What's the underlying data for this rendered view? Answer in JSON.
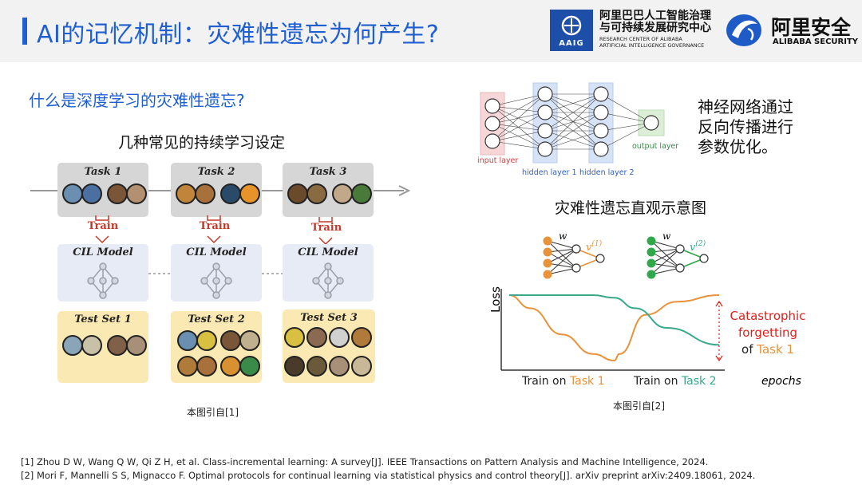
{
  "header": {
    "title": "AI的记忆机制：灾难性遗忘为何产生?",
    "aaig_badge": "AAIG",
    "aaig_line1": "阿里巴巴人工智能治理",
    "aaig_line2": "与可持续发展研究中心",
    "aaig_en1": "RESEARCH CENTER OF ALIBABA",
    "aaig_en2": "ARTIFICIAL INTELLIGENCE GOVERNANCE",
    "security_cn": "阿里安全",
    "security_en": "ALIBABA SECURITY"
  },
  "left": {
    "question": "什么是深度学习的灾难性遗忘?",
    "caption": "几种常见的持续学习设定",
    "tasks": [
      {
        "task": "Task 1",
        "train": "Train",
        "model": "CIL Model",
        "test": "Test Set 1"
      },
      {
        "task": "Task 2",
        "train": "Train",
        "model": "CIL Model",
        "test": "Test Set 2"
      },
      {
        "task": "Task 3",
        "train": "Train",
        "model": "CIL Model",
        "test": "Test Set 3"
      }
    ],
    "citation": "本图引自[1]"
  },
  "right": {
    "nn_description": [
      "神经网络通过",
      "反向传播进行",
      "参数优化。"
    ],
    "nn_labels": {
      "input": "input layer",
      "hidden1": "hidden layer 1",
      "hidden2": "hidden layer 2",
      "output": "output layer"
    },
    "forget_title": "灾难性遗忘直观示意图",
    "citation": "本图引自[2]",
    "colors": {
      "task1": "#e8923a",
      "task2": "#3aa88a",
      "red": "#e0201a"
    }
  },
  "chart_data": {
    "type": "line",
    "title": "",
    "ylabel": "Loss",
    "xlabel": "epochs",
    "phases": [
      {
        "prefix": "Train on ",
        "task": "Task 1"
      },
      {
        "prefix": "Train on ",
        "task": "Task 2"
      }
    ],
    "network_labels": {
      "w1": "w",
      "v1": "v",
      "v1_sup": "(1)",
      "w2": "w",
      "v2": "v",
      "v2_sup": "(2)"
    },
    "annotation": [
      "Catastrophic",
      "forgetting",
      "of "
    ],
    "annotation_task": "Task 1",
    "series": [
      {
        "name": "Task 1",
        "color": "#e8923a",
        "x": [
          0,
          0.2,
          0.5,
          0.8,
          1.0,
          1.05,
          1.3,
          1.6,
          2.0
        ],
        "y": [
          1.0,
          0.9,
          0.7,
          0.55,
          0.5,
          0.55,
          0.85,
          0.95,
          1.0
        ]
      },
      {
        "name": "Task 2",
        "color": "#3aa88a",
        "x": [
          0,
          0.8,
          1.0,
          1.2,
          1.5,
          2.0
        ],
        "y": [
          1.0,
          1.0,
          0.98,
          0.9,
          0.75,
          0.62
        ]
      }
    ]
  },
  "references": [
    "[1] Zhou D W, Wang Q W, Qi Z H, et al. Class-incremental learning: A survey[J]. IEEE Transactions on Pattern Analysis and Machine Intelligence, 2024.",
    "[2] Mori F, Mannelli S S, Mignacco F. Optimal protocols for continual learning via statistical physics and control theory[J]. arXiv preprint arXiv:2409.18061, 2024."
  ]
}
